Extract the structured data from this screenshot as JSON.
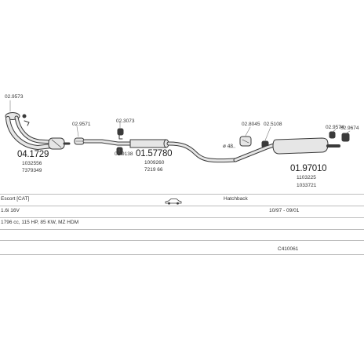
{
  "diagram": {
    "parts": [
      {
        "code": "02.9573"
      },
      {
        "code": "04.1729",
        "refs": [
          "1032556",
          "7379349"
        ]
      },
      {
        "code": "02.9571"
      },
      {
        "code": "02.3073"
      },
      {
        "code": "02.9138"
      },
      {
        "code": "01.57780",
        "refs": [
          "1009260",
          "7219 66"
        ]
      },
      {
        "code": "02.8045"
      },
      {
        "code": "02.5108"
      },
      {
        "code": "02.9574"
      },
      {
        "code": "02.9674"
      },
      {
        "code": "01.97010",
        "refs": [
          "1103225",
          "1033721"
        ]
      }
    ],
    "pipe_dim": "ø 48"
  },
  "vehicle": {
    "model": "Escort [CAT]",
    "body": "Hatchback",
    "engine": "1.6i 16V",
    "years": "10/97 - 09/01",
    "spec": "1796 cc, 115 HP, 85 KW, MZ HDM",
    "catalog_id": "C410061"
  },
  "colors": {
    "line": "#3a3a3a",
    "fill": "#e6e6e6",
    "rule": "#bdbdbd"
  }
}
